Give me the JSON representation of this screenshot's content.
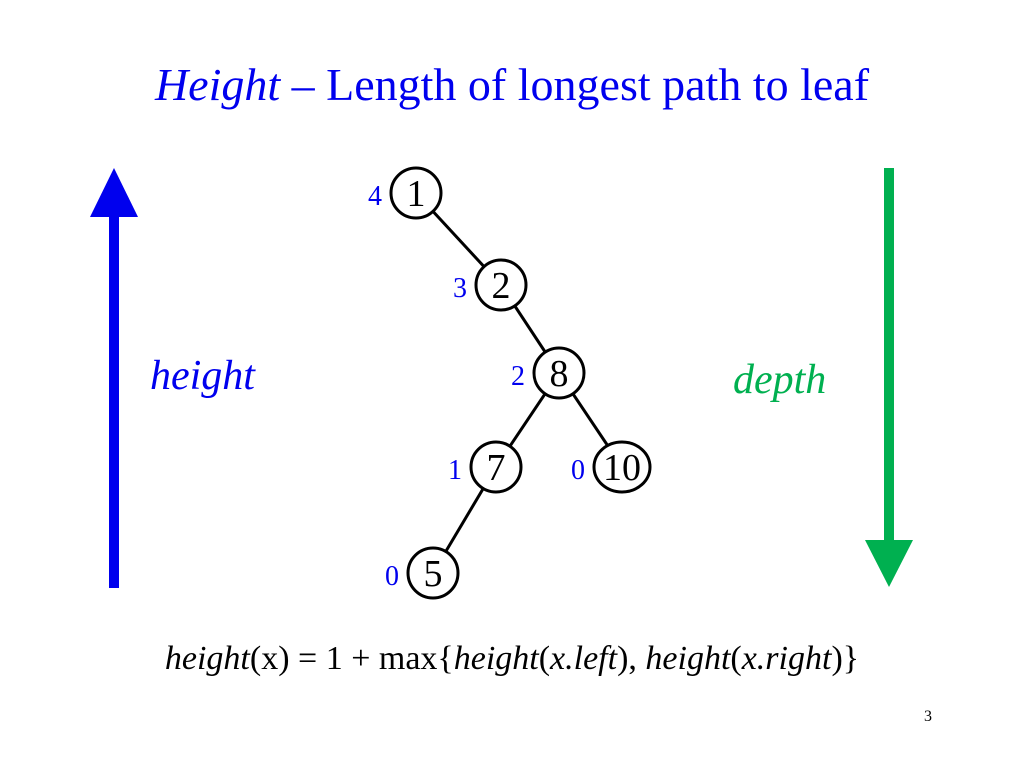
{
  "title": {
    "italic": "Height",
    "rest": " – Length of longest path to leaf"
  },
  "left_label": "height",
  "right_label": "depth",
  "colors": {
    "height": "#0000ee",
    "depth": "#00b050",
    "title": "#0000ee"
  },
  "tree": {
    "nodes": [
      {
        "key": "1",
        "height": "4"
      },
      {
        "key": "2",
        "height": "3"
      },
      {
        "key": "8",
        "height": "2"
      },
      {
        "key": "7",
        "height": "1"
      },
      {
        "key": "10",
        "height": "0"
      },
      {
        "key": "5",
        "height": "0"
      }
    ],
    "edges": [
      [
        "1",
        "2"
      ],
      [
        "2",
        "8"
      ],
      [
        "8",
        "7"
      ],
      [
        "8",
        "10"
      ],
      [
        "7",
        "5"
      ]
    ]
  },
  "formula": {
    "lhs": "height",
    "lhs_arg": "(x) = 1 + max{",
    "a": "height",
    "a_arg1": "(",
    "a_x": "x.left",
    "a_arg2": "), ",
    "b": "height",
    "b_arg1": "(",
    "b_x": "x.right",
    "b_arg2": ")}"
  },
  "page_number": "3"
}
